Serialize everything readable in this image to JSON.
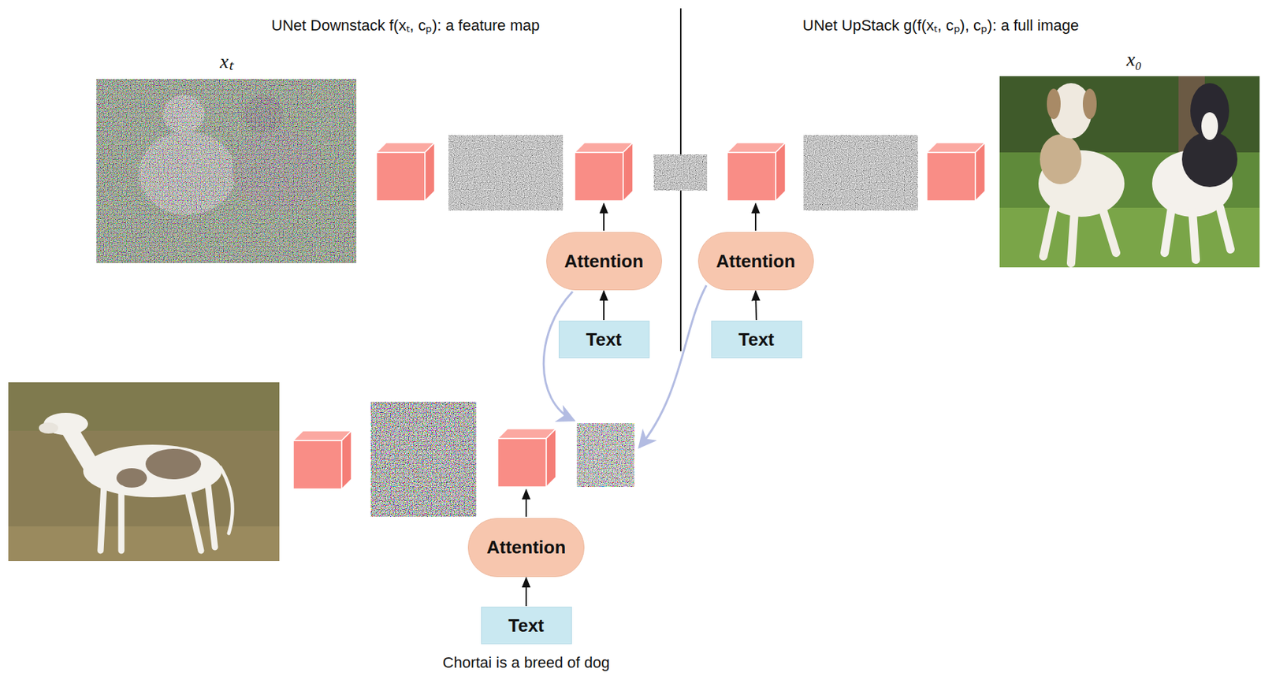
{
  "diagram": {
    "nodes": [
      {
        "text": [
          "Attention"
        ]
      },
      {
        "text": [
          "Attention"
        ]
      },
      {
        "text": [
          "Text"
        ]
      },
      {
        "text": [
          "Text"
        ]
      },
      {
        "text": [
          "Attention"
        ]
      },
      {
        "text": [
          "Text"
        ]
      }
    ],
    "edges": [
      {
        "from": 2,
        "to": 0,
        "arrow": "to"
      },
      {
        "from": 3,
        "to": 1,
        "arrow": "to"
      },
      {
        "from": 5,
        "to": 4,
        "arrow": "to"
      }
    ],
    "labels": [
      "UNet Downstack f(xₜ, cₚ): a feature map",
      "UNet UpStack g(f(xₜ, cₚ), cₚ): a full image",
      "xₜ",
      "x₀",
      "Chortai is a breed of dog"
    ]
  }
}
